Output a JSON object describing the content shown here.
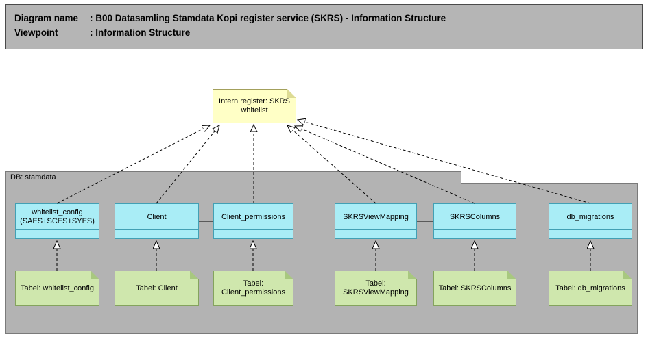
{
  "header": {
    "rows": [
      {
        "label": "Diagram name",
        "value": ": B00 Datasamling Stamdata Kopi register service (SKRS) - Information Structure"
      },
      {
        "label": "Viewpoint",
        "value": ": Information Structure"
      }
    ]
  },
  "note": {
    "label": "Intern register: SKRS whitelist"
  },
  "group": {
    "label": "DB: stamdata"
  },
  "entities": [
    {
      "label": "whitelist_config (SAES+SCES+SYES)"
    },
    {
      "label": "Client"
    },
    {
      "label": "Client_permissions"
    },
    {
      "label": "SKRSViewMapping"
    },
    {
      "label": "SKRSColumns"
    },
    {
      "label": "db_migrations"
    }
  ],
  "tables": [
    {
      "label": "Tabel: whitelist_config"
    },
    {
      "label": "Tabel: Client"
    },
    {
      "label": "Tabel: Client_permissions"
    },
    {
      "label": "Tabel: SKRSViewMapping"
    },
    {
      "label": "Tabel: SKRSColumns"
    },
    {
      "label": "Tabel: db_migrations"
    }
  ],
  "colors": {
    "header_bg": "#b5b5b5",
    "group_bg": "#b3b3b3",
    "entity_bg": "#a9edf6",
    "entity_border": "#42a0b4",
    "note_yellow_bg": "#ffffc6",
    "note_green_bg": "#cfe7ad",
    "line": "#000000"
  }
}
